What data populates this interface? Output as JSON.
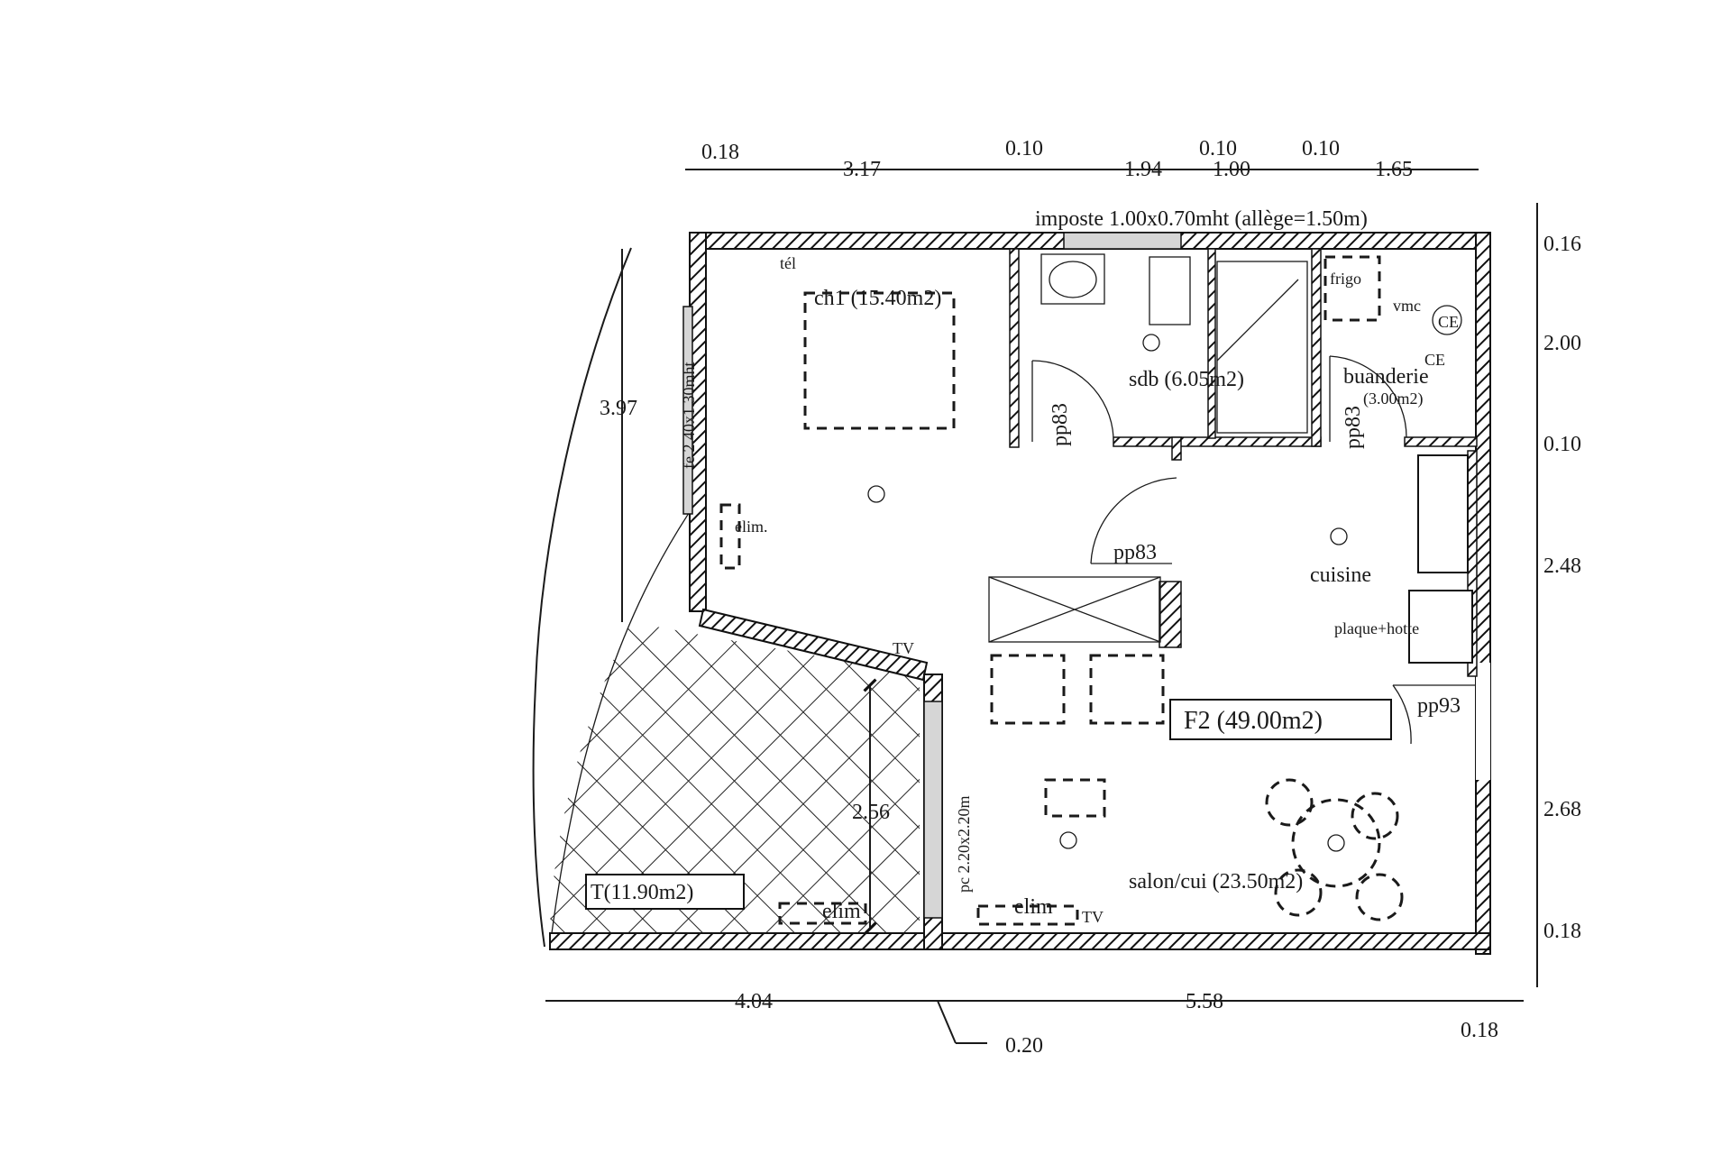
{
  "dimensions": {
    "top": [
      "0.18",
      "3.17",
      "0.10",
      "1.94",
      "0.10",
      "1.00",
      "0.10",
      "1.65"
    ],
    "right": [
      "0.16",
      "2.00",
      "0.10",
      "2.48",
      "2.68",
      "0.18"
    ],
    "left": [
      "3.97"
    ],
    "bottom": [
      "4.04",
      "5.58",
      "0.18",
      "0.20"
    ],
    "terrace_depth": "2.56"
  },
  "notes": {
    "imposte": "imposte 1.00x0.70mht (allège=1.50m)",
    "fenetre_chambre": "fe 2.40x1.30mht",
    "porte_salon": "pc 2.20x2.20m"
  },
  "rooms": {
    "chambre": "ch1 (15.40m2)",
    "sdb": "sdb (6.05m2)",
    "buanderie": "buanderie",
    "buanderie_area": "(3.00m2)",
    "cuisine": "cuisine",
    "salon": "salon/cui (23.50m2)",
    "terrasse": "T(11.90m2)",
    "total": "F2 (49.00m2)"
  },
  "doors": [
    "pp83",
    "pp83",
    "pp83",
    "pp93"
  ],
  "fixtures": {
    "frigo": "frigo",
    "vmc": "vmc",
    "ce1": "CE",
    "ce2": "CE",
    "plaque_hotte": "plaque+hotte",
    "elim1": "elim.",
    "elim2": "elim",
    "elim3": "elim",
    "tv1": "TV",
    "tv2": "TV",
    "tel": "tél"
  }
}
